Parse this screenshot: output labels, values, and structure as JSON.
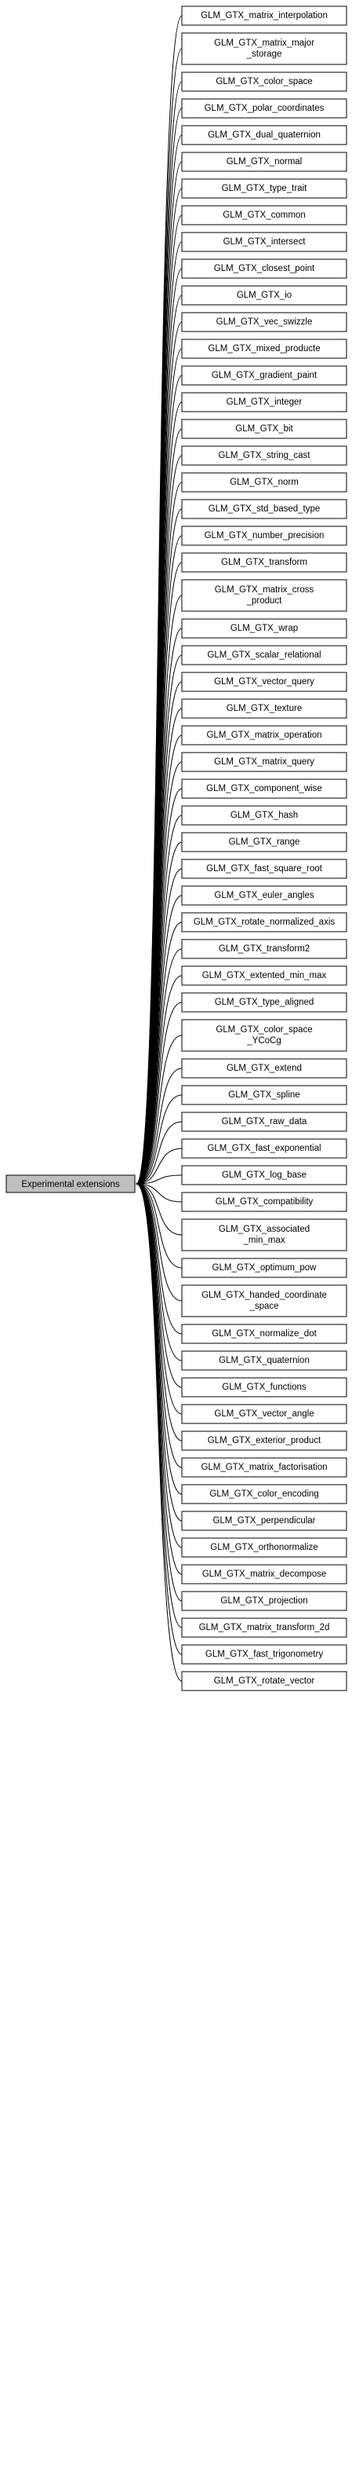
{
  "diagram": {
    "colors": {
      "center_fill": "#bfbfbf",
      "node_fill": "#ffffff",
      "stroke": "#000000",
      "edge": "#000000"
    },
    "center": {
      "label": "Experimental extensions"
    },
    "nodes": [
      {
        "lines": [
          "GLM_GTX_matrix_interpolation"
        ]
      },
      {
        "lines": [
          "GLM_GTX_matrix_major",
          "_storage"
        ]
      },
      {
        "lines": [
          "GLM_GTX_color_space"
        ]
      },
      {
        "lines": [
          "GLM_GTX_polar_coordinates"
        ]
      },
      {
        "lines": [
          "GLM_GTX_dual_quaternion"
        ]
      },
      {
        "lines": [
          "GLM_GTX_normal"
        ]
      },
      {
        "lines": [
          "GLM_GTX_type_trait"
        ]
      },
      {
        "lines": [
          "GLM_GTX_common"
        ]
      },
      {
        "lines": [
          "GLM_GTX_intersect"
        ]
      },
      {
        "lines": [
          "GLM_GTX_closest_point"
        ]
      },
      {
        "lines": [
          "GLM_GTX_io"
        ]
      },
      {
        "lines": [
          "GLM_GTX_vec_swizzle"
        ]
      },
      {
        "lines": [
          "GLM_GTX_mixed_producte"
        ]
      },
      {
        "lines": [
          "GLM_GTX_gradient_paint"
        ]
      },
      {
        "lines": [
          "GLM_GTX_integer"
        ]
      },
      {
        "lines": [
          "GLM_GTX_bit"
        ]
      },
      {
        "lines": [
          "GLM_GTX_string_cast"
        ]
      },
      {
        "lines": [
          "GLM_GTX_norm"
        ]
      },
      {
        "lines": [
          "GLM_GTX_std_based_type"
        ]
      },
      {
        "lines": [
          "GLM_GTX_number_precision"
        ]
      },
      {
        "lines": [
          "GLM_GTX_transform"
        ]
      },
      {
        "lines": [
          "GLM_GTX_matrix_cross",
          "_product"
        ]
      },
      {
        "lines": [
          "GLM_GTX_wrap"
        ]
      },
      {
        "lines": [
          "GLM_GTX_scalar_relational"
        ]
      },
      {
        "lines": [
          "GLM_GTX_vector_query"
        ]
      },
      {
        "lines": [
          "GLM_GTX_texture"
        ]
      },
      {
        "lines": [
          "GLM_GTX_matrix_operation"
        ]
      },
      {
        "lines": [
          "GLM_GTX_matrix_query"
        ]
      },
      {
        "lines": [
          "GLM_GTX_component_wise"
        ]
      },
      {
        "lines": [
          "GLM_GTX_hash"
        ]
      },
      {
        "lines": [
          "GLM_GTX_range"
        ]
      },
      {
        "lines": [
          "GLM_GTX_fast_square_root"
        ]
      },
      {
        "lines": [
          "GLM_GTX_euler_angles"
        ]
      },
      {
        "lines": [
          "GLM_GTX_rotate_normalized_axis"
        ]
      },
      {
        "lines": [
          "GLM_GTX_transform2"
        ]
      },
      {
        "lines": [
          "GLM_GTX_extented_min_max"
        ]
      },
      {
        "lines": [
          "GLM_GTX_type_aligned"
        ]
      },
      {
        "lines": [
          "GLM_GTX_color_space",
          "_YCoCg"
        ]
      },
      {
        "lines": [
          "GLM_GTX_extend"
        ]
      },
      {
        "lines": [
          "GLM_GTX_spline"
        ]
      },
      {
        "lines": [
          "GLM_GTX_raw_data"
        ]
      },
      {
        "lines": [
          "GLM_GTX_fast_exponential"
        ]
      },
      {
        "lines": [
          "GLM_GTX_log_base"
        ]
      },
      {
        "lines": [
          "GLM_GTX_compatibility"
        ]
      },
      {
        "lines": [
          "GLM_GTX_associated",
          "_min_max"
        ]
      },
      {
        "lines": [
          "GLM_GTX_optimum_pow"
        ]
      },
      {
        "lines": [
          "GLM_GTX_handed_coordinate",
          "_space"
        ]
      },
      {
        "lines": [
          "GLM_GTX_normalize_dot"
        ]
      },
      {
        "lines": [
          "GLM_GTX_quaternion"
        ]
      },
      {
        "lines": [
          "GLM_GTX_functions"
        ]
      },
      {
        "lines": [
          "GLM_GTX_vector_angle"
        ]
      },
      {
        "lines": [
          "GLM_GTX_exterior_product"
        ]
      },
      {
        "lines": [
          "GLM_GTX_matrix_factorisation"
        ]
      },
      {
        "lines": [
          "GLM_GTX_color_encoding"
        ]
      },
      {
        "lines": [
          "GLM_GTX_perpendicular"
        ]
      },
      {
        "lines": [
          "GLM_GTX_orthonormalize"
        ]
      },
      {
        "lines": [
          "GLM_GTX_matrix_decompose"
        ]
      },
      {
        "lines": [
          "GLM_GTX_projection"
        ]
      },
      {
        "lines": [
          "GLM_GTX_matrix_transform_2d"
        ]
      },
      {
        "lines": [
          "GLM_GTX_fast_trigonometry"
        ]
      },
      {
        "lines": [
          "GLM_GTX_rotate_vector"
        ]
      }
    ]
  }
}
